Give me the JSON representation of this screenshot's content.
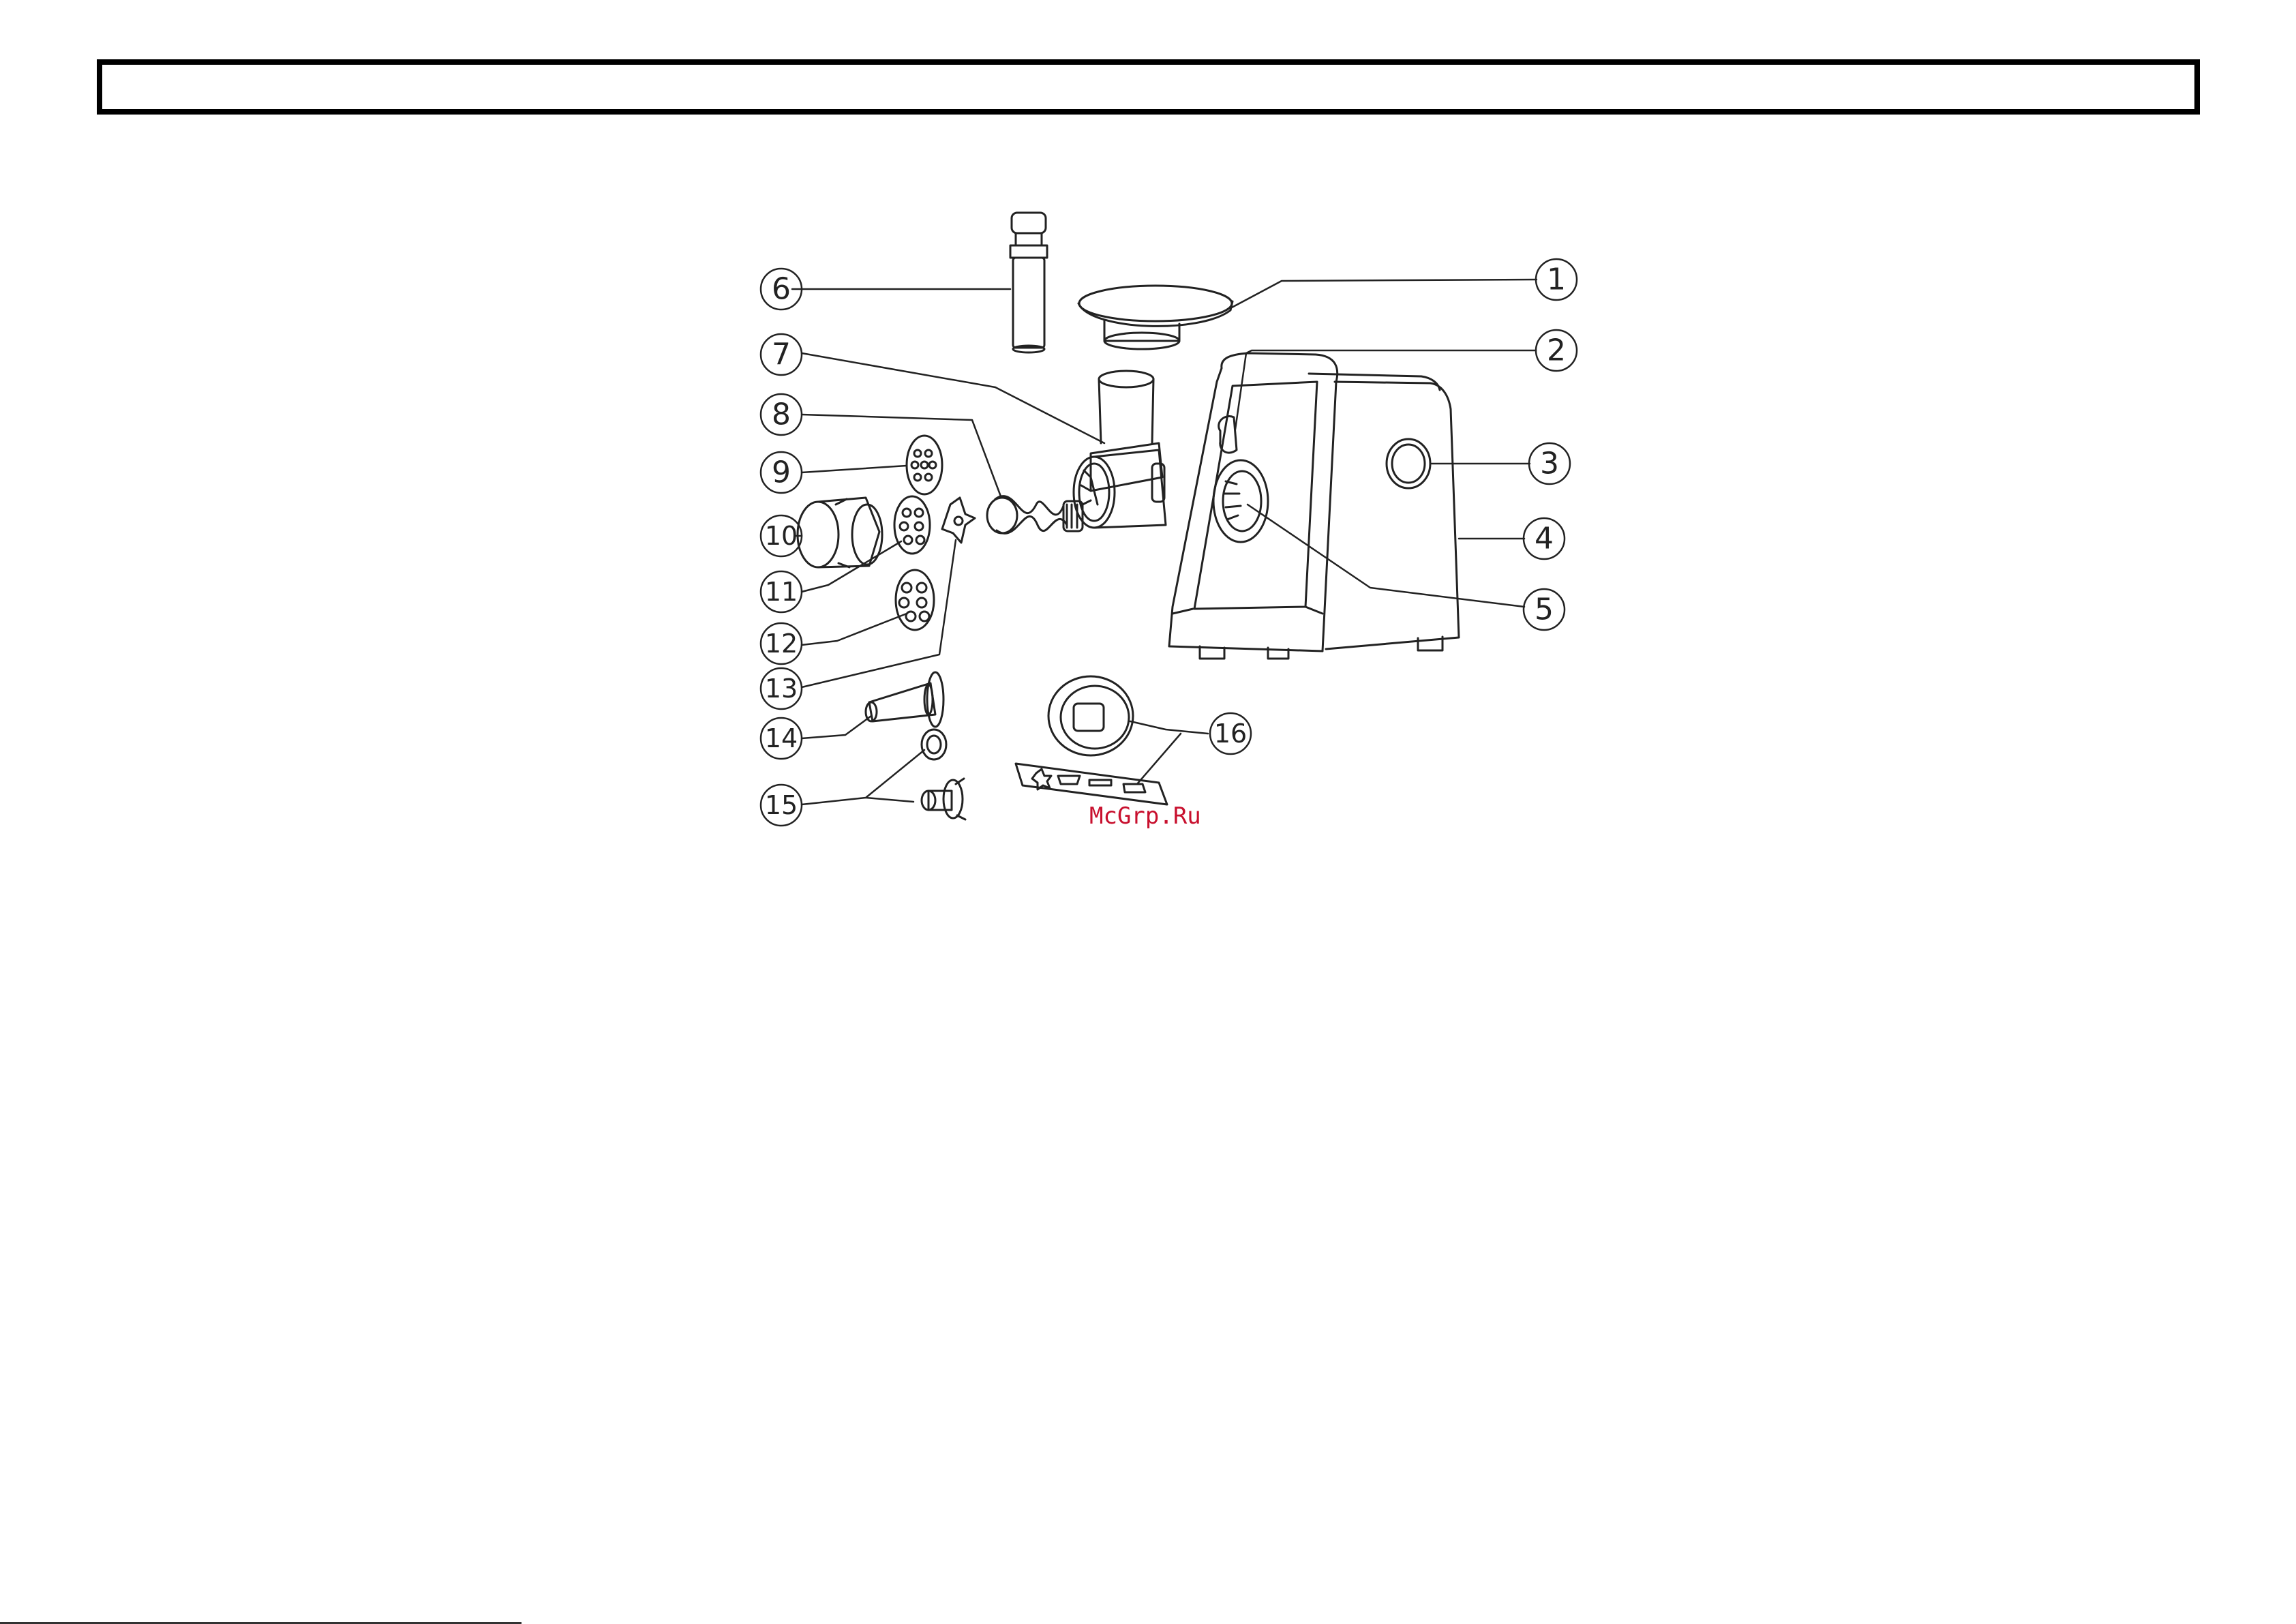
{
  "header": {
    "title": ""
  },
  "callouts": {
    "c1": "1",
    "c2": "2",
    "c3": "3",
    "c4": "4",
    "c5": "5",
    "c6": "6",
    "c7": "7",
    "c8": "8",
    "c9": "9",
    "c10": "10",
    "c11": "11",
    "c12": "12",
    "c13": "13",
    "c14": "14",
    "c15": "15",
    "c16": "16"
  },
  "watermark": "McGrp.Ru",
  "colors": {
    "line": "#222222",
    "watermark": "#c8102e",
    "frame": "#000000"
  }
}
